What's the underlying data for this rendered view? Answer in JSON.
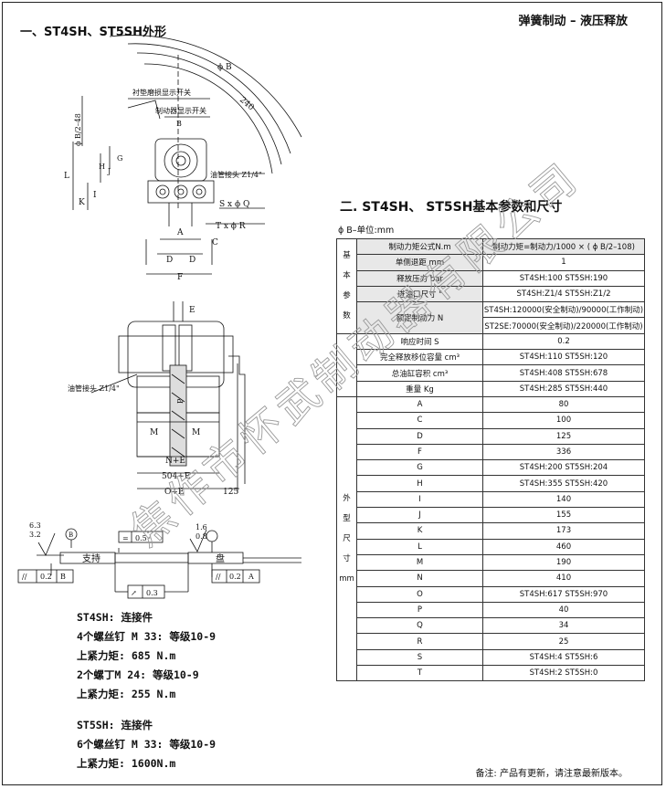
{
  "header": {
    "title_right": "弹簧制动 – 液压释放"
  },
  "section1": {
    "title": "一、ST4SH、ST5SH外形"
  },
  "section2": {
    "title": "二. ST4SH、 ST5SH基本参数和尺寸",
    "unit": "ϕ B–单位:mm"
  },
  "drawing": {
    "labels": {
      "phiB": "ϕ B",
      "r240": "240",
      "pad_switch": "衬垫磨损显示开关",
      "brake_switch": "制动器显示开关",
      "B": "B",
      "phiB_48": "ϕ B/2–48",
      "L": "L",
      "J": "J",
      "G": "G",
      "K": "K",
      "I": "I",
      "H": "H",
      "pipe_joint_1": "油管接头 Z1/4\"",
      "SxQ": "S x ϕ Q",
      "TxR": "T x ϕ R",
      "A": "A",
      "C": "C",
      "D1": "D",
      "D2": "D",
      "F": "F",
      "E": "E",
      "pipe_joint_2": "油管接头 Z1/4\"",
      "P": "P",
      "M1": "M",
      "M2": "M",
      "NE": "N+E",
      "504E": "504+E",
      "OE": "O+E",
      "125": "125",
      "rough1": "6.3\n3.2",
      "B_circle": "B",
      "flat": "0.5",
      "rough2": "1.6\n0.8",
      "support": "支持",
      "disc": "盘",
      "par1_val": "0.2",
      "par1_ref": "B",
      "run_val": "0.3",
      "par2_val": "0.2",
      "par2_ref": "A"
    }
  },
  "connections": {
    "st4sh": [
      "ST4SH: 连接件",
      "4个螺丝钉 M 33: 等级10-9",
      "上紧力矩: 685 N.m",
      "2个螺丁M 24: 等级10-9",
      "上紧力矩: 255 N.m"
    ],
    "st5sh": [
      "ST5SH: 连接件",
      "6个螺丝钉 M 33: 等级10-9",
      "上紧力矩: 1600N.m"
    ]
  },
  "table": {
    "group_basic": "基\n本\n参\n数",
    "group_dim": "外\n型\n尺\n寸\nmm",
    "rows": [
      {
        "label": "制动力矩公式N.m",
        "value": "制动力矩=制动力/1000 × ( ϕ B/2–108)"
      },
      {
        "label": "单侧退距 mm",
        "value": "1"
      },
      {
        "label": "释放压力 bar",
        "value": "ST4SH:100   ST5SH:190"
      },
      {
        "label": "进油口尺寸 \"",
        "value": "ST4SH:Z1/4   ST5SH:Z1/2"
      },
      {
        "label": "额定制动力 N",
        "value": "ST4SH:120000(安全制动)/90000(工作制动)",
        "value2": "ST2SE:70000(安全制动)/220000(工作制动)"
      },
      {
        "label": "响应时间 S",
        "value": "0.2"
      },
      {
        "label": "完全释放移位容量 cm³",
        "value": "ST4SH:110   ST5SH:120"
      },
      {
        "label": "总油缸容积  cm³",
        "value": "ST4SH:408   ST5SH:678"
      },
      {
        "label": "重量 Kg",
        "value": "ST4SH:285   ST5SH:440"
      },
      {
        "label": "A",
        "value": "80"
      },
      {
        "label": "C",
        "value": "100"
      },
      {
        "label": "D",
        "value": "125"
      },
      {
        "label": "F",
        "value": "336"
      },
      {
        "label": "G",
        "value": "ST4SH:200   ST5SH:204"
      },
      {
        "label": "H",
        "value": "ST4SH:355   ST5SH:420"
      },
      {
        "label": "I",
        "value": "140"
      },
      {
        "label": "J",
        "value": "155"
      },
      {
        "label": "K",
        "value": "173"
      },
      {
        "label": "L",
        "value": "460"
      },
      {
        "label": "M",
        "value": "190"
      },
      {
        "label": "N",
        "value": "410"
      },
      {
        "label": "O",
        "value": "ST4SH:617   ST5SH:970"
      },
      {
        "label": "P",
        "value": "40"
      },
      {
        "label": "Q",
        "value": "34"
      },
      {
        "label": "R",
        "value": "25"
      },
      {
        "label": "S",
        "value": "ST4SH:4   ST5SH:6"
      },
      {
        "label": "T",
        "value": "ST4SH:2   ST5SH:0"
      }
    ]
  },
  "footer": {
    "note": "备注: 产品有更新，请注意最新版本。"
  },
  "watermark": {
    "text": "焦作市怀武制动器有限公司"
  }
}
